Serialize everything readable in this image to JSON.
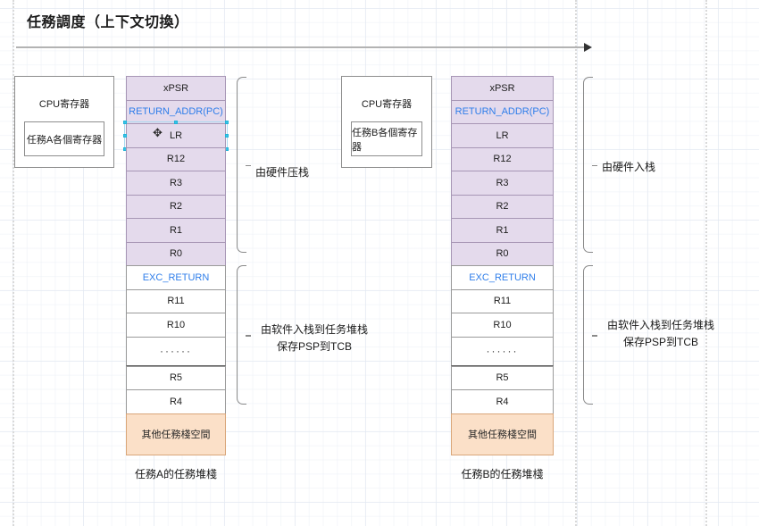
{
  "page": {
    "title": "任務調度（上下文切換）",
    "flow_arrow": "time-flow-arrow"
  },
  "colors": {
    "hardware_stack_fill": "#e4daec",
    "software_stack_fill": "#ffffff",
    "other_stack_fill": "#fbe0c8",
    "blue_text": "#2f7eea",
    "selection_handle": "#35c4e8"
  },
  "left": {
    "cpu": {
      "title": "CPU寄存器",
      "inner": "任務A各個寄存器"
    },
    "stack": {
      "hardware_rows": [
        "xPSR",
        "RETURN_ADDR(PC)",
        "LR",
        "R12",
        "R3",
        "R2",
        "R1",
        "R0"
      ],
      "software_rows": [
        "EXC_RETURN",
        "R11",
        "R10",
        "……",
        "R5",
        "R4"
      ],
      "other_row": "其他任務棧空間",
      "selected_row": "LR"
    },
    "notes": {
      "hardware": "由硬件压栈",
      "software_line1": "由软件入栈到任务堆栈",
      "software_line2": "保存PSP到TCB"
    },
    "caption": "任務A的任務堆棧"
  },
  "right": {
    "cpu": {
      "title": "CPU寄存器",
      "inner": "任務B各個寄存器"
    },
    "stack": {
      "hardware_rows": [
        "xPSR",
        "RETURN_ADDR(PC)",
        "LR",
        "R12",
        "R3",
        "R2",
        "R1",
        "R0"
      ],
      "software_rows": [
        "EXC_RETURN",
        "R11",
        "R10",
        "……",
        "R5",
        "R4"
      ],
      "other_row": "其他任務棧空間"
    },
    "notes": {
      "hardware": "由硬件入栈",
      "software_line1": "由软件入栈到任务堆栈",
      "software_line2": "保存PSP到TCB"
    },
    "caption": "任務B的任務堆棧"
  }
}
